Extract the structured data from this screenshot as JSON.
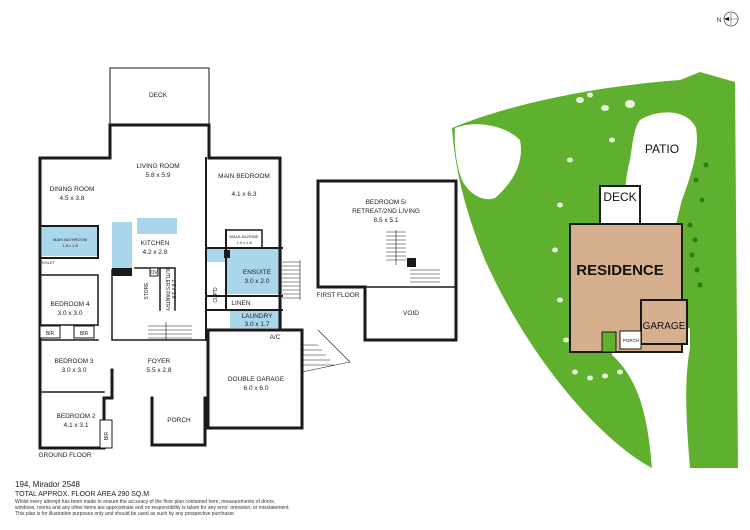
{
  "floor_plan": {
    "ground_floor_label": "GROUND FLOOR",
    "first_floor_label": "FIRST FLOOR",
    "rooms": {
      "deck": "DECK",
      "living_name": "LIVING ROOM",
      "living_size": "5.8 x 5.9",
      "dining_name": "DINING ROOM",
      "dining_size": "4.5 x 3.8",
      "main_bathroom_name": "MAIN BATHROOM",
      "main_bathroom_size": "1.8 x 1.8",
      "toilet": "TOILET",
      "kitchen_name": "KITCHEN",
      "kitchen_size": "4.2 x 2.8",
      "ov": "OV",
      "butlers_pantry_name": "BUTLERS PANTRY",
      "butlers_pantry_size": "1.8 x 3.6",
      "store": "STORE",
      "cupd": "CUP'D",
      "main_bedroom_name": "MAIN BEDROOM",
      "main_bedroom_size": "4.1 x 6.3",
      "walk_in_robe_name": "WALK-IN-ROBE",
      "walk_in_robe_size": "1.9 x 1.8",
      "ensuite_name": "ENSUITE",
      "ensuite_size": "3.0 x 2.0",
      "linen": "LINEN",
      "laundry_name": "LAUNDRY",
      "laundry_size": "3.0 x 1.7",
      "bedroom4_name": "BEDROOM 4",
      "bedroom4_size": "3.0 x 3.0",
      "bir": "BIR",
      "bedroom3_name": "BEDROOM 3",
      "bedroom3_size": "3.0 x 3.0",
      "bedroom2_name": "BEDROOM 2",
      "bedroom2_size": "4.1 x 3.1",
      "foyer_name": "FOYER",
      "foyer_size": "5.5 x 2.8",
      "porch": "PORCH",
      "ac": "A/C",
      "garage_name": "DOUBLE GARAGE",
      "garage_size": "6.0 x 6.0",
      "bedroom5_name": "BEDROOM 5/",
      "bedroom5_name2": "RETREAT/2ND LIVING",
      "bedroom5_size": "8.5 x 5.1",
      "void": "VOID"
    }
  },
  "site_plan": {
    "patio": "PATIO",
    "deck": "DECK",
    "residence": "RESIDENCE",
    "garage": "GARAGE",
    "porch": "PORCH"
  },
  "compass": {
    "label": "N"
  },
  "footer": {
    "address": "194, Mirador 2548",
    "total_area": "TOTAL APPROX. FLOOR AREA 290 SQ.M",
    "disclaimer": [
      "Whilst every attempt has been made to ensure the accuracy of the floor plan contained here, measurements of doors,",
      "windows, rooms and any other items are approximate and no responsibility is taken for any error, omission, or misstatement.",
      "This plan is for illustrative purposes only and should be used as such by any prospective purchaser."
    ]
  },
  "colors": {
    "wall": "#1a1a1a",
    "wet_area": "#a9d6ea",
    "lawn": "#5fb02f",
    "residence": "#d6b08e",
    "driveway": "#ffffff"
  }
}
